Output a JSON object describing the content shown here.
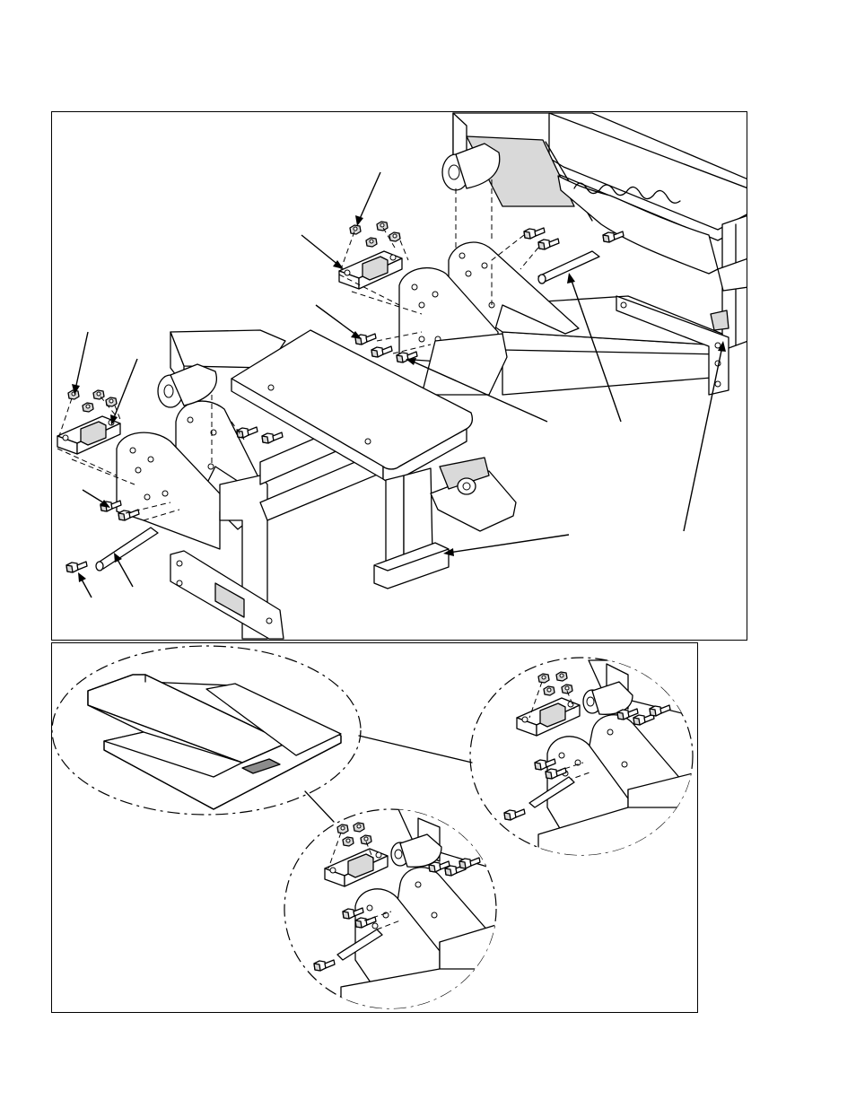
{
  "document": {
    "type": "assembly-diagram",
    "panels": [
      {
        "id": "main-assembly-view"
      },
      {
        "id": "detail-views"
      }
    ]
  },
  "icons": {
    "bolt": "hex-bolt-icon",
    "nut": "hex-nut-icon",
    "axle": "axle-rod-icon",
    "roller": "roller-pad-icon",
    "bracket": "pivot-bracket-icon",
    "plate": "mounting-plate-icon",
    "footplate": "foot-plate-icon"
  }
}
